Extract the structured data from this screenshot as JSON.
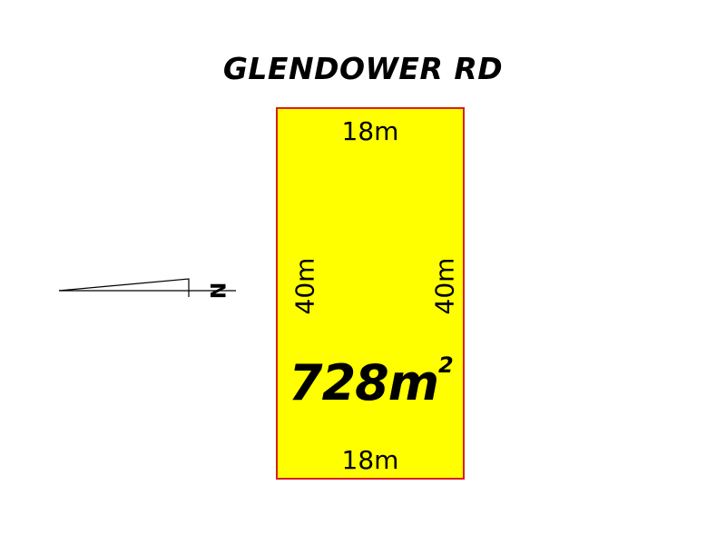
{
  "road": {
    "name": "GLENDOWER RD"
  },
  "lot": {
    "top_frontage": "18m",
    "bottom_frontage": "18m",
    "left_depth": "40m",
    "right_depth": "40m",
    "area_value": "728m",
    "area_unit_power": "2",
    "fill_color": "#ffff00",
    "border_color": "#d81e1e"
  },
  "north_arrow": {
    "icon": "north-arrow-icon",
    "label": "N"
  }
}
